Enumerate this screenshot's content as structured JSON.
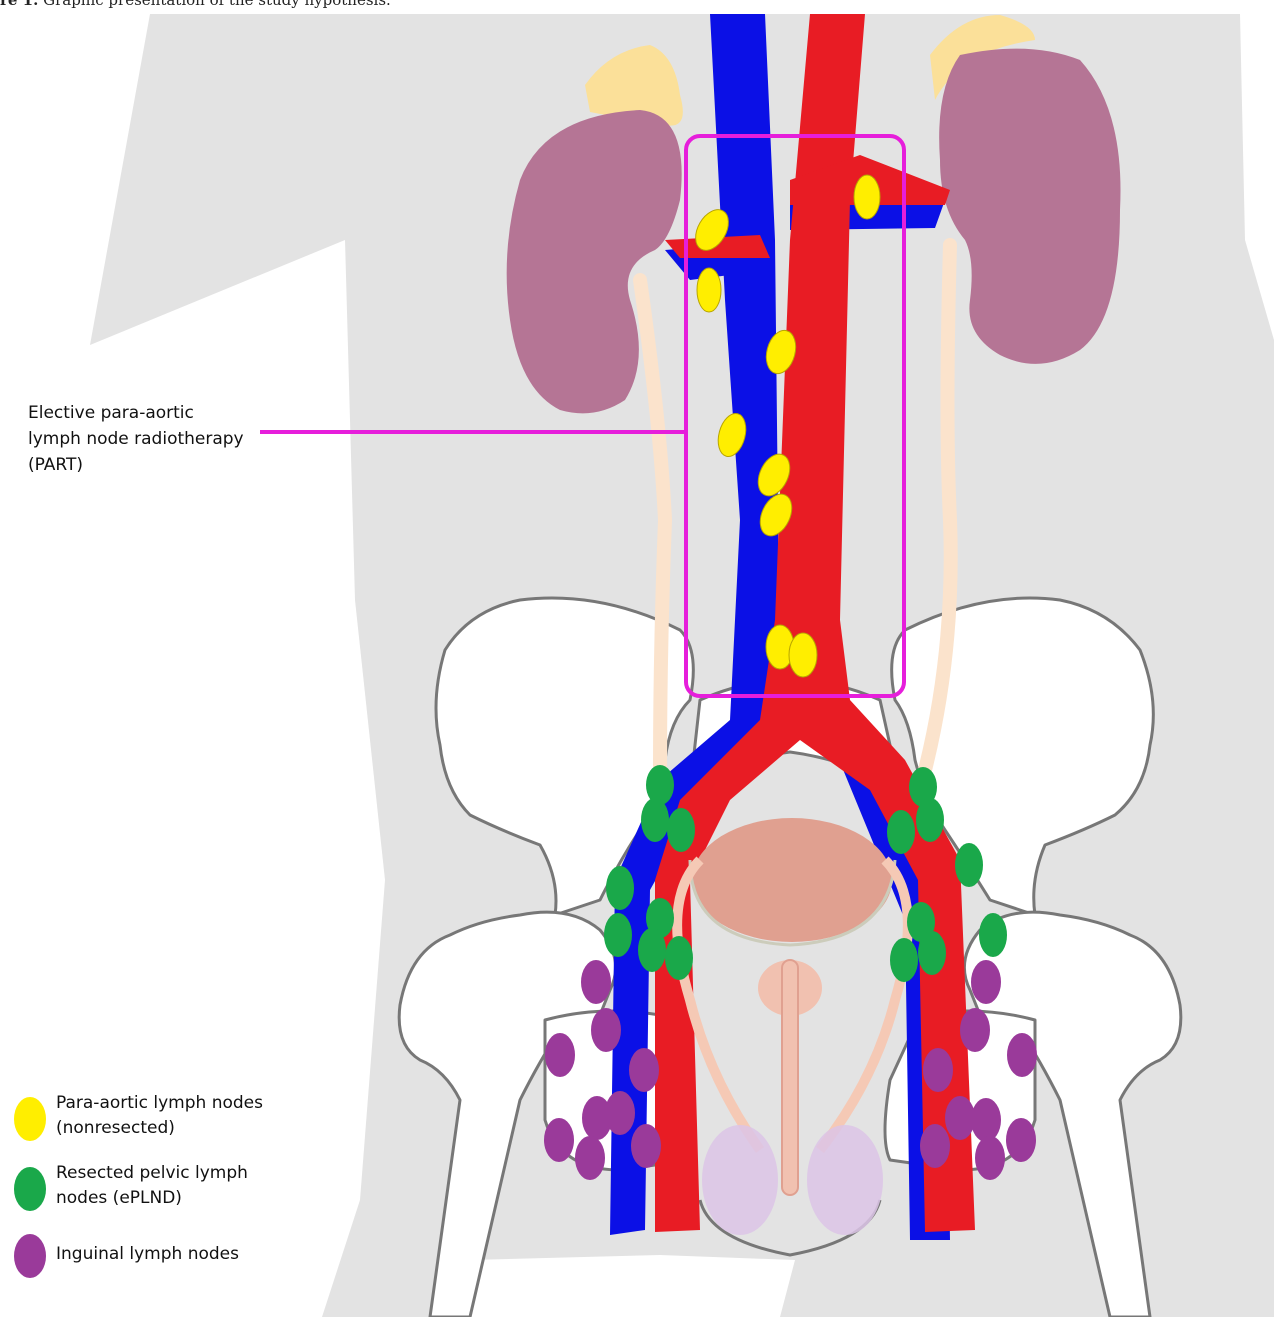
{
  "caption": {
    "prefix": "re 1.",
    "text": "Graphic presentation of the study hypothesis."
  },
  "annotation": {
    "line1": "Elective para-aortic",
    "line2": "lymph node radiotherapy",
    "line3": "(PART)"
  },
  "legend": [
    {
      "label": "Para-aortic lymph nodes\n(nonresected)",
      "color": "#ffee00",
      "icon": "yellow-oval"
    },
    {
      "label": "Resected pelvic lymph\nnodes (ePLND)",
      "color": "#1aa84a",
      "icon": "green-oval"
    },
    {
      "label": "Inguinal lymph nodes",
      "color": "#9a3a9a",
      "icon": "purple-blob"
    }
  ],
  "colors": {
    "body": "#e3e3e3",
    "kidney": "#b57595",
    "adrenal": "#fbe099",
    "ureter": "#fbe3cc",
    "vena_cava": "#0b10e6",
    "aorta": "#e81c24",
    "part_box": "#e61edb",
    "bladder": "#e0a090",
    "para_aortic_node": "#ffee00",
    "pelvic_node": "#1aa84a",
    "inguinal_node": "#9a3a9a"
  }
}
